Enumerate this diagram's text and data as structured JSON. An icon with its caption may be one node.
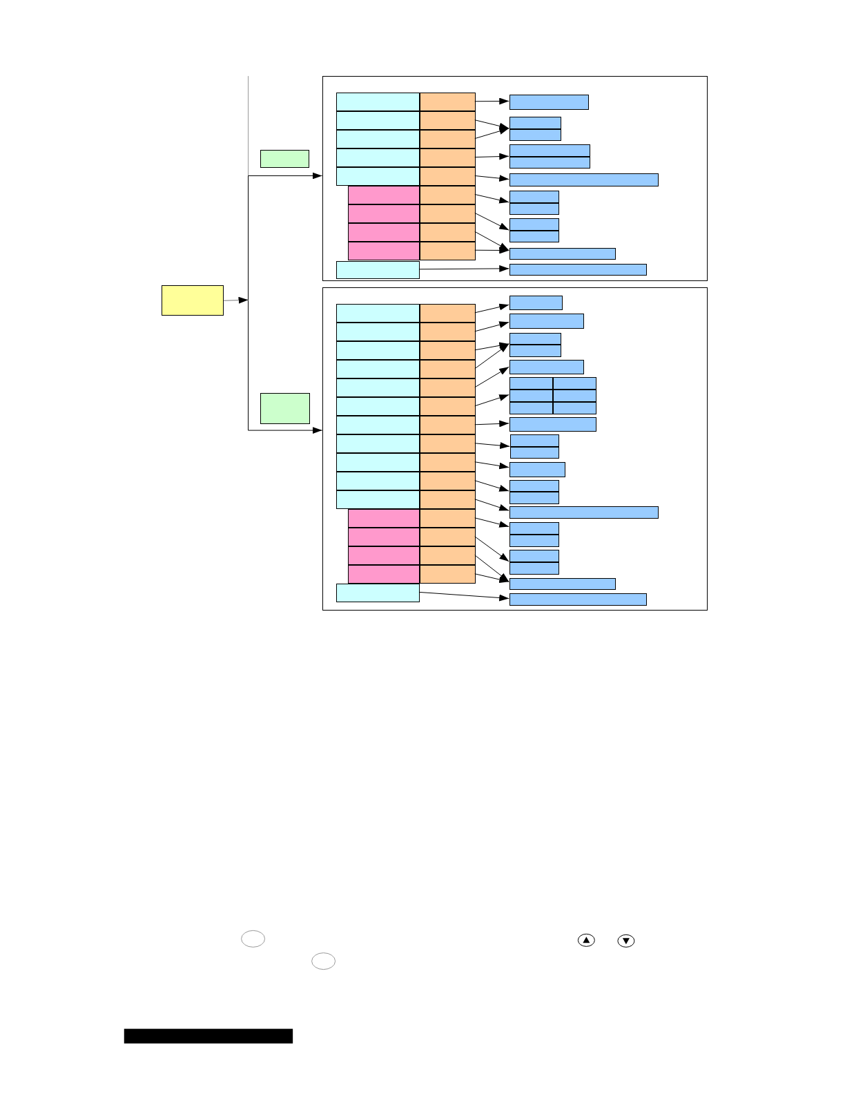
{
  "diagram": {
    "nodes": [
      {
        "text": [],
        "shape": "box"
      },
      {
        "text": [],
        "shape": "box"
      },
      {
        "text": [],
        "shape": "box"
      },
      {
        "text": [],
        "shape": "box",
        "in": 2
      },
      {
        "text": [],
        "shape": "box",
        "in": 2
      },
      {
        "text": [],
        "shape": "box",
        "in": 2
      },
      {
        "text": [],
        "shape": "box",
        "in": 2
      },
      {
        "text": [],
        "shape": "box",
        "in": 2
      },
      {
        "text": [],
        "shape": "box",
        "in": 2
      },
      {
        "text": [],
        "shape": "box",
        "in": 2
      },
      {
        "text": [],
        "shape": "box",
        "in": 2
      },
      {
        "text": [],
        "shape": "box",
        "in": 2
      },
      {
        "text": [],
        "shape": "box",
        "in": 2
      },
      {
        "text": [],
        "shape": "box",
        "in": 2
      },
      {
        "text": [],
        "shape": "box",
        "in": 2
      },
      {
        "text": [],
        "shape": "box",
        "in": 2
      },
      {
        "text": [],
        "shape": "box",
        "in": 2
      },
      {
        "text": [],
        "shape": "box",
        "in": 2
      },
      {
        "text": [],
        "shape": "box",
        "in": 2
      },
      {
        "text": [],
        "shape": "box",
        "in": 2
      },
      {
        "text": [],
        "shape": "box",
        "in": 2
      },
      {
        "text": [],
        "shape": "box",
        "in": 2
      },
      {
        "text": [],
        "shape": "box",
        "in": 2
      },
      {
        "text": [],
        "shape": "box",
        "in": 2
      },
      {
        "text": [],
        "shape": "box",
        "in": 2
      },
      {
        "text": [],
        "shape": "box",
        "in": 2
      },
      {
        "text": [],
        "shape": "box",
        "in": 2
      },
      {
        "text": [],
        "shape": "box",
        "in": 2
      },
      {
        "text": [],
        "shape": "box",
        "in": 2
      },
      {
        "text": [],
        "shape": "box",
        "in": 2
      },
      {
        "text": [],
        "shape": "box",
        "in": 2
      },
      {
        "text": [],
        "shape": "box",
        "in": 2
      },
      {
        "text": [],
        "shape": "box",
        "in": 2
      },
      {
        "text": [],
        "shape": "box",
        "in": 2
      },
      {
        "text": [],
        "shape": "box"
      },
      {
        "text": [],
        "shape": "box"
      },
      {
        "text": [],
        "shape": "box",
        "in": 35
      },
      {
        "text": [],
        "shape": "box",
        "in": 35
      },
      {
        "text": [],
        "shape": "box",
        "in": 35
      },
      {
        "text": [],
        "shape": "box",
        "in": 35
      },
      {
        "text": [],
        "shape": "box",
        "in": 35
      },
      {
        "text": [],
        "shape": "box",
        "in": 35
      },
      {
        "text": [],
        "shape": "box",
        "in": 35
      },
      {
        "text": [],
        "shape": "box",
        "in": 35
      },
      {
        "text": [],
        "shape": "box",
        "in": 35
      },
      {
        "text": [],
        "shape": "box",
        "in": 35
      },
      {
        "text": [],
        "shape": "box",
        "in": 35
      },
      {
        "text": [],
        "shape": "box",
        "in": 35
      },
      {
        "text": [],
        "shape": "box",
        "in": 35
      },
      {
        "text": [],
        "shape": "box",
        "in": 35
      },
      {
        "text": [],
        "shape": "box",
        "in": 35
      },
      {
        "text": [],
        "shape": "box",
        "in": 35
      },
      {
        "text": [],
        "shape": "box",
        "in": 35
      },
      {
        "text": [],
        "shape": "box",
        "in": 35
      },
      {
        "text": [],
        "shape": "box",
        "in": 35
      },
      {
        "text": [],
        "shape": "box",
        "in": 35
      },
      {
        "text": [],
        "shape": "box",
        "in": 35
      },
      {
        "text": [],
        "shape": "box",
        "in": 35
      },
      {
        "text": [],
        "shape": "box",
        "in": 35
      },
      {
        "text": [],
        "shape": "box",
        "in": 35
      },
      {
        "text": [],
        "shape": "box",
        "in": 35
      },
      {
        "text": [],
        "shape": "box",
        "in": 35
      },
      {
        "text": [],
        "shape": "box",
        "in": 35
      },
      {
        "text": [],
        "shape": "box",
        "in": 35
      },
      {
        "text": [],
        "shape": "box",
        "in": 35
      },
      {
        "text": [],
        "shape": "box",
        "in": 35
      },
      {
        "text": [],
        "shape": "box",
        "in": 35
      },
      {
        "text": [],
        "shape": "box",
        "in": 35
      },
      {
        "text": [],
        "shape": "box",
        "in": 35
      },
      {
        "text": [],
        "shape": "box",
        "in": 35
      },
      {
        "text": [],
        "shape": "box",
        "in": 35
      },
      {
        "text": [],
        "shape": "box",
        "in": 35
      },
      {
        "text": [],
        "shape": "box",
        "in": 35
      },
      {
        "text": [],
        "shape": "box",
        "in": 35
      },
      {
        "text": [],
        "shape": "box",
        "in": 35
      },
      {
        "text": [],
        "shape": "box",
        "in": 35
      },
      {
        "text": [],
        "shape": "box",
        "in": 35
      },
      {
        "text": [],
        "shape": "box",
        "in": 35
      },
      {
        "text": [],
        "shape": "box",
        "in": 35
      },
      {
        "text": [],
        "shape": "box",
        "in": 35
      },
      {
        "text": [],
        "shape": "box",
        "in": 35
      },
      {
        "text": [],
        "shape": "box",
        "in": 35
      },
      {
        "text": [],
        "shape": "box",
        "in": 35
      },
      {
        "text": [],
        "shape": "box",
        "in": 35
      },
      {
        "text": [],
        "shape": "box",
        "in": 35
      },
      {
        "text": [],
        "shape": "box",
        "in": 35
      },
      {
        "text": [],
        "shape": "box",
        "in": 35
      },
      {
        "text": [],
        "shape": "box",
        "in": 35
      },
      {
        "text": [],
        "shape": "box",
        "in": 35
      },
      {
        "text": [],
        "shape": "box",
        "in": 35
      },
      {
        "text": [],
        "shape": "box",
        "in": 35
      }
    ],
    "edges": [
      {
        "from": 0,
        "to": 2,
        "arrow": "to"
      },
      {
        "from": 0,
        "to": 35,
        "arrow": "to"
      },
      {
        "from": 13,
        "to": 22,
        "arrow": "to"
      },
      {
        "from": 14,
        "to": 23,
        "arrow": "to"
      },
      {
        "from": 15,
        "to": 23,
        "arrow": "to"
      },
      {
        "from": 16,
        "to": 25,
        "arrow": "to"
      },
      {
        "from": 17,
        "to": 27,
        "arrow": "to"
      },
      {
        "from": 18,
        "to": 28,
        "arrow": "to"
      },
      {
        "from": 19,
        "to": 30,
        "arrow": "to"
      },
      {
        "from": 20,
        "to": 32,
        "arrow": "to"
      },
      {
        "from": 21,
        "to": 32,
        "arrow": "to"
      },
      {
        "from": 12,
        "to": 33,
        "arrow": "to"
      },
      {
        "from": 52,
        "to": 67,
        "arrow": "to"
      },
      {
        "from": 53,
        "to": 68,
        "arrow": "to"
      },
      {
        "from": 54,
        "to": 69,
        "arrow": "to"
      },
      {
        "from": 55,
        "to": 69,
        "arrow": "to"
      },
      {
        "from": 56,
        "to": 71,
        "arrow": "to"
      },
      {
        "from": 57,
        "to": 74,
        "arrow": "to"
      },
      {
        "from": 58,
        "to": 78,
        "arrow": "to"
      },
      {
        "from": 59,
        "to": 79,
        "arrow": "to"
      },
      {
        "from": 60,
        "to": 81,
        "arrow": "to"
      },
      {
        "from": 61,
        "to": 82,
        "arrow": "to"
      },
      {
        "from": 62,
        "to": 84,
        "arrow": "to"
      },
      {
        "from": 63,
        "to": 85,
        "arrow": "to"
      },
      {
        "from": 64,
        "to": 87,
        "arrow": "to"
      },
      {
        "from": 65,
        "to": 89,
        "arrow": "to"
      },
      {
        "from": 66,
        "to": 89,
        "arrow": "to"
      },
      {
        "from": 51,
        "to": 90,
        "arrow": "to"
      }
    ]
  }
}
